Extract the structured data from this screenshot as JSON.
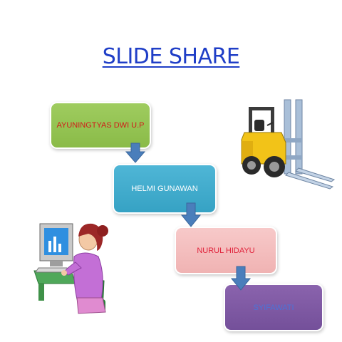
{
  "title": "SLIDE SHARE",
  "flow": {
    "boxes": [
      {
        "label": "AYUNINGTYAS DWI U.P",
        "color": "#8fc052"
      },
      {
        "label": "HELMI GUNAWAN",
        "color": "#3fa9ca"
      },
      {
        "label": "NURUL HIDAYU",
        "color": "#f4c0c0"
      },
      {
        "label": "SYIFAWATI",
        "color": "#7e58a3"
      }
    ],
    "arrow_color": "#4a7ebb"
  },
  "images": {
    "forklift": "forklift-clipart",
    "computer_user": "woman-at-computer-clipart"
  }
}
